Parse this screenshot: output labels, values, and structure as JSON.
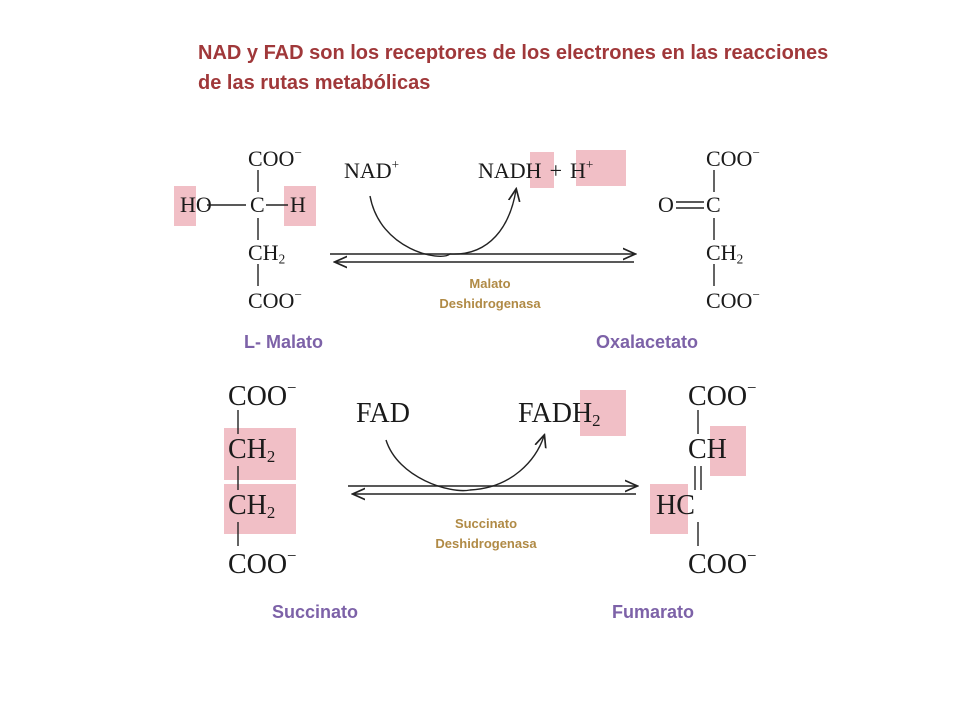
{
  "title": "NAD y FAD son los receptores de los electrones en las reacciones de las rutas metabólicas",
  "colors": {
    "title": "#a0383a",
    "labels": "#7d62a8",
    "enzyme": "#b08a45",
    "highlight": "#f1bfc6"
  },
  "reaction1": {
    "substrate_name": "L- Malato",
    "product_name": "Oxalacetato",
    "enzyme": [
      "Malato",
      "Deshidrogenasa"
    ],
    "cofactor_in": "NAD",
    "cofactor_in_charge": "+",
    "cofactor_out": "NAD",
    "cofactor_out_h": "H",
    "plus": "+",
    "proton": "H",
    "proton_charge": "+",
    "malato": {
      "top": "COO",
      "left": "HO",
      "center": "C",
      "right": "H",
      "ch2": "CH",
      "sub2": "2",
      "bottom": "COO",
      "charge": "−"
    },
    "oxalacetato": {
      "top": "COO",
      "left": "O",
      "center": "C",
      "ch2": "CH",
      "sub2": "2",
      "bottom": "COO",
      "charge": "−"
    }
  },
  "reaction2": {
    "substrate_name": "Succinato",
    "product_name": "Fumarato",
    "enzyme": [
      "Succinato",
      "Deshidrogenasa"
    ],
    "cofactor_in": "FAD",
    "cofactor_out": "FAD",
    "cofactor_out_h2": "H",
    "sub2": "2",
    "succinato": {
      "top": "COO",
      "ch2a": "CH",
      "ch2b": "CH",
      "bottom": "COO",
      "charge": "−"
    },
    "fumarato": {
      "top": "COO",
      "ch": "CH",
      "hc": "HC",
      "bottom": "COO",
      "charge": "−"
    }
  }
}
